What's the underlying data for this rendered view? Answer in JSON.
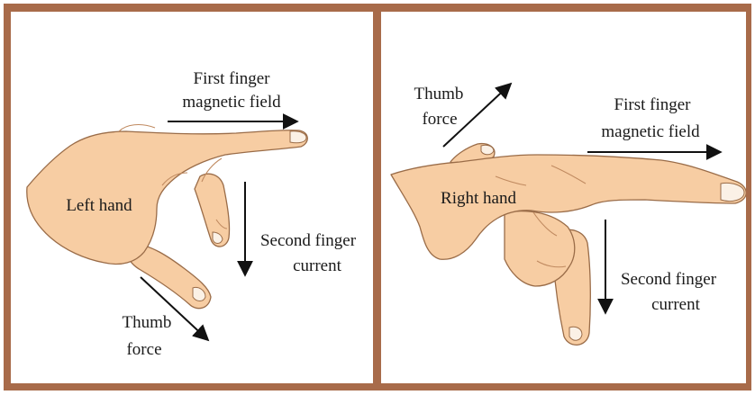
{
  "colors": {
    "frame": "#a86b4a",
    "skin": "#f7cda3",
    "skin_outline": "#9a6c48",
    "crease": "#c08a60",
    "nail": "#fbf1e6",
    "arrow": "#111111",
    "background": "#ffffff"
  },
  "panels": [
    {
      "hand_label": "Left hand",
      "first_finger": {
        "line1": "First finger",
        "line2": "magnetic field"
      },
      "second_finger": {
        "line1": "Second finger",
        "line2": "current"
      },
      "thumb": {
        "line1": "Thumb",
        "line2": "force"
      }
    },
    {
      "hand_label": "Right hand",
      "first_finger": {
        "line1": "First finger",
        "line2": "magnetic field"
      },
      "second_finger": {
        "line1": "Second finger",
        "line2": "current"
      },
      "thumb": {
        "line1": "Thumb",
        "line2": "force"
      }
    }
  ],
  "icons": [
    "left-hand-illustration",
    "right-hand-illustration",
    "arrow-right-icon",
    "arrow-down-icon",
    "arrow-diagonal-icon"
  ]
}
